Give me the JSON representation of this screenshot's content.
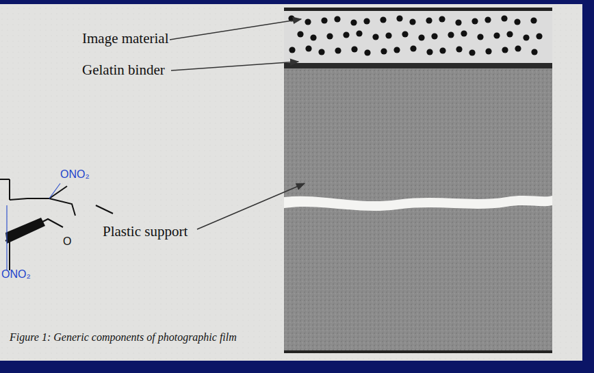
{
  "diagram": {
    "caption": "Figure 1: Generic components of photographic film",
    "labels": [
      "Image material",
      "Gelatin binder",
      "Plastic support",
      "ONO₂",
      "O",
      "ONO₂"
    ]
  }
}
